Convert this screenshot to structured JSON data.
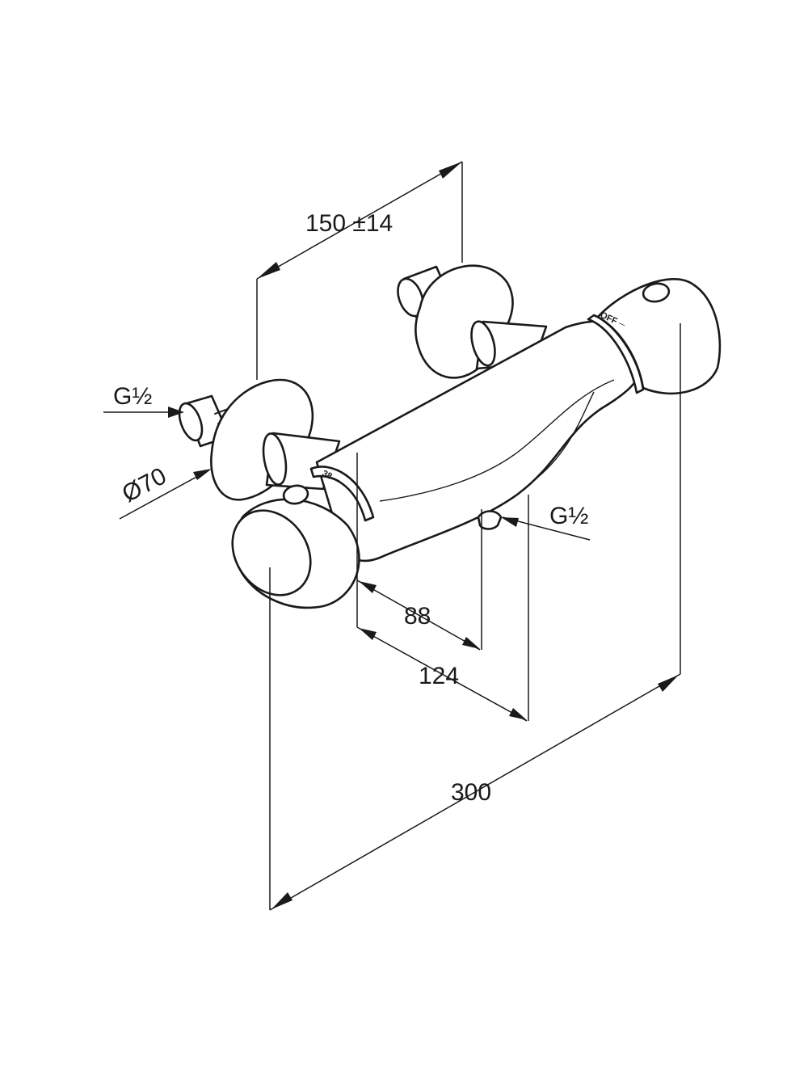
{
  "dimensions": {
    "inlet_spacing": "150 ±14",
    "inlet_thread_left": "G½",
    "escutcheon_diameter": "Ø70",
    "outlet_thread": "G½",
    "outlet_offset_a": "88",
    "outlet_offset_b": "124",
    "overall_length": "300"
  },
  "scale_marks": {
    "front_ring": "38 ─",
    "rear_ring": "OFF ─"
  },
  "colors": {
    "line": "#1a1a1a",
    "background": "#ffffff"
  }
}
